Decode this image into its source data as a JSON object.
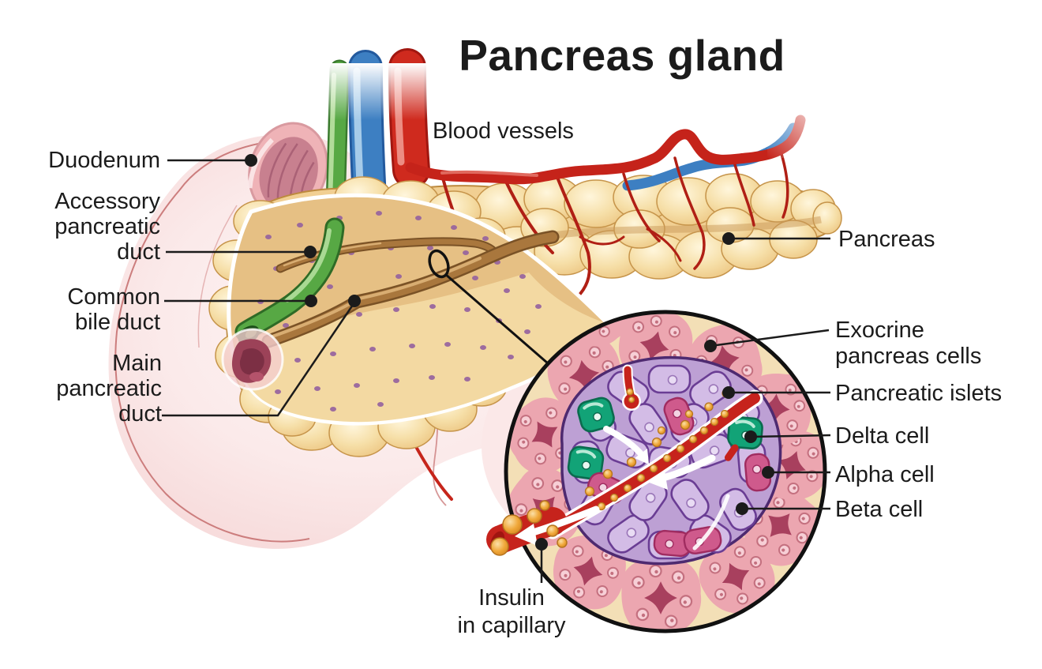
{
  "title": "Pancreas gland",
  "labels": {
    "blood_vessels": "Blood vessels",
    "duodenum": "Duodenum",
    "accessory_duct": "Accessory\npancreatic\nduct",
    "common_bile_duct": "Common\nbile duct",
    "main_duct": "Main\npancreatic\nduct",
    "pancreas": "Pancreas",
    "exocrine_cells": "Exocrine\npancreas cells",
    "pancreatic_islets": "Pancreatic islets",
    "delta_cell": "Delta cell",
    "alpha_cell": "Alpha cell",
    "beta_cell": "Beta cell",
    "insulin_capillary": "Insulin\nin capillary"
  },
  "colors": {
    "leader_line": "#1b1b1b",
    "pancreas_tan": "#f1cf92",
    "pancreas_outline": "#bd8a3e",
    "duodenum_pink": "#f8dcdc",
    "duodenum_wall": "#efb3b7",
    "duodenum_lumen": "#c8808f",
    "bile_duct_green": "#57a844",
    "vein_blue": "#3d7fc2",
    "artery_red": "#cf2a1e",
    "islet_cell_lavender": "#d3bce6",
    "islet_outline_purple": "#4e2a70",
    "delta_cell_green": "#12a377",
    "alpha_cell_magenta": "#cf5a8c",
    "exocrine_pink": "#eca6b0",
    "exocrine_star": "#a8405e",
    "insulin_orange": "#f0a83a",
    "inset_cream": "#f3dfb6"
  }
}
